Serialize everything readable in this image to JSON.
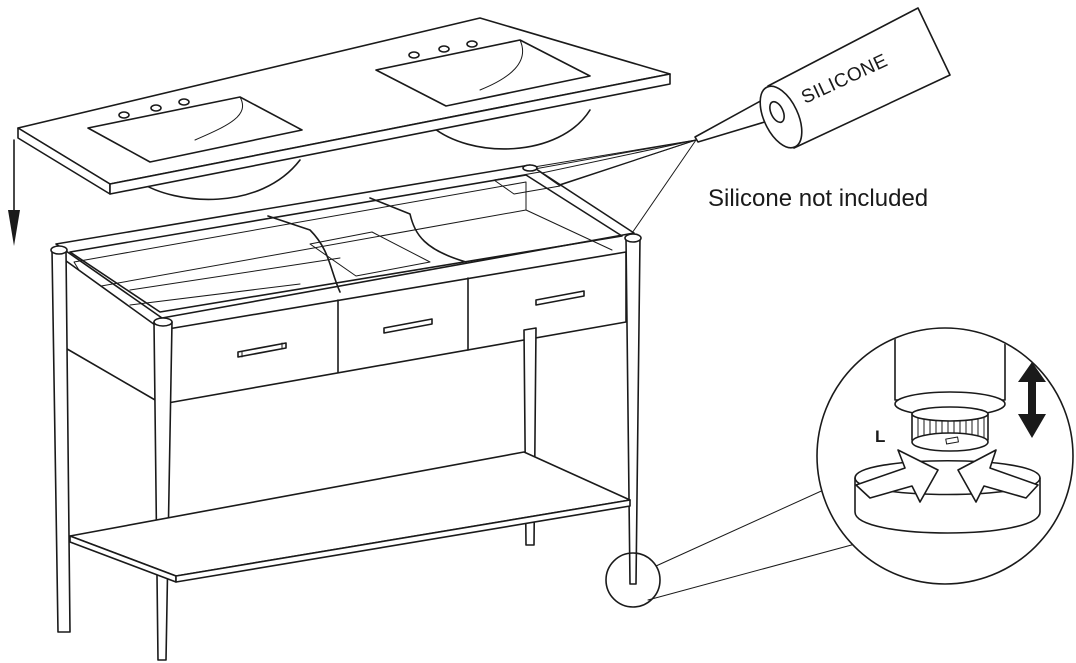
{
  "labels": {
    "silicone_tube": "SILICONE",
    "silicone_note": "Silicone not included",
    "level_letter": "L"
  },
  "colors": {
    "line": "#1a1a1a",
    "background": "#ffffff"
  },
  "icons": {
    "lower_arrow": "arrow-down-icon",
    "adjust_arrow": "double-arrow-vertical-icon"
  }
}
